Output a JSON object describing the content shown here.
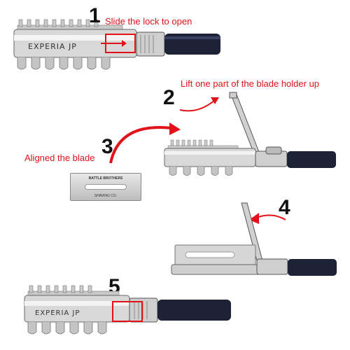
{
  "accent_color": "#e2121a",
  "steps": [
    {
      "number": "1",
      "text": "Slide the lock to open"
    },
    {
      "number": "2",
      "text": "Lift one part of the blade holder up"
    },
    {
      "number": "3",
      "text": "Aligned the blade"
    },
    {
      "number": "4",
      "text": ""
    },
    {
      "number": "5",
      "text": ""
    }
  ],
  "razor": {
    "brand_label": "EXPERIA JP",
    "icons": [
      "razor-head-icon",
      "lock-icon",
      "handle-icon"
    ]
  },
  "blade": {
    "brand_top": "BATTLE BROTHERS",
    "brand_bottom": "SHAVING CO."
  }
}
